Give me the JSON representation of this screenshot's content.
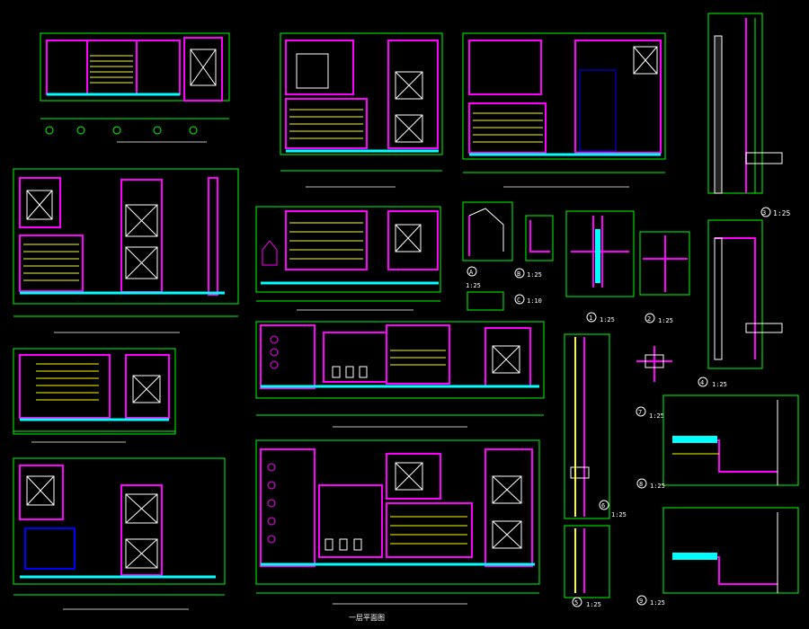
{
  "colors": {
    "background": "#000000",
    "frame": "#00ff00",
    "wall": "#ff00ff",
    "annotation": "#ffffff",
    "fill_yellow": "#ffff00",
    "hatch": "#00ffff",
    "dim_line": "#00ff00"
  },
  "detail_labels": [
    {
      "id": "A",
      "scale": "1:25"
    },
    {
      "id": "B",
      "scale": "1:25"
    },
    {
      "id": "C",
      "scale": "1:10"
    },
    {
      "id": "1",
      "scale": "1:25"
    },
    {
      "id": "2",
      "scale": "1:25"
    },
    {
      "id": "3",
      "scale": "1:25"
    },
    {
      "id": "4",
      "scale": "1:25"
    },
    {
      "id": "5",
      "scale": "1:25"
    },
    {
      "id": "6",
      "scale": "1:25"
    },
    {
      "id": "7",
      "scale": "1:25"
    },
    {
      "id": "8",
      "scale": "1:25"
    },
    {
      "id": "9",
      "scale": "1:25"
    }
  ],
  "bottom_caption": "一层平面图"
}
